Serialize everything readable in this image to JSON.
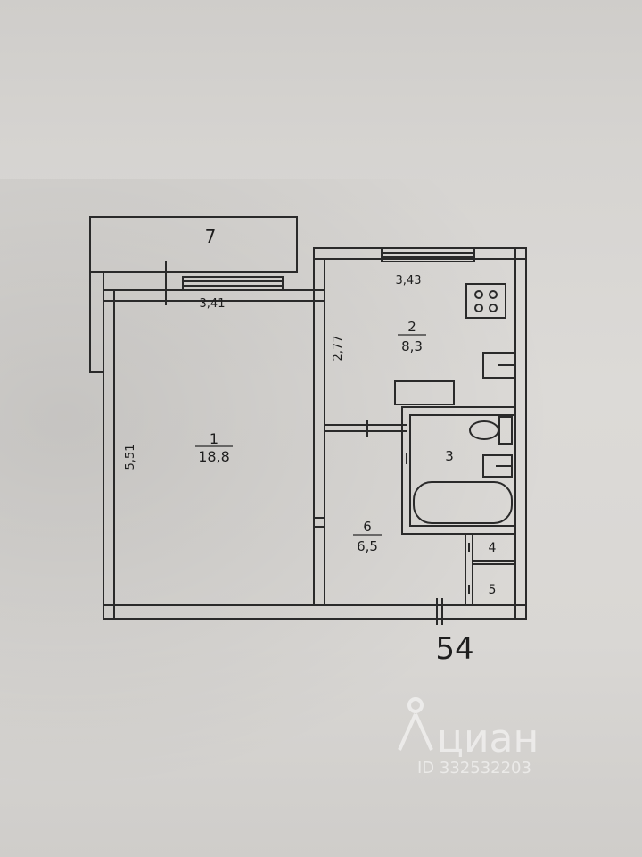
{
  "plan": {
    "rooms": [
      {
        "number": "1",
        "area": "18,8"
      },
      {
        "number": "2",
        "area": "8,3"
      },
      {
        "number": "3"
      },
      {
        "number": "4"
      },
      {
        "number": "5"
      },
      {
        "number": "6",
        "area": "6,5"
      },
      {
        "number": "7"
      }
    ],
    "dimensions": {
      "room1_width": "3,41",
      "room1_length": "5,51",
      "room2_width": "3,43",
      "room2_length": "2,77"
    },
    "floor_mark": "54"
  },
  "watermark": {
    "brand": "циан",
    "listing_id": "ID 332532203"
  },
  "colors": {
    "paper": "#d9d7d4",
    "line": "#2a2a2a",
    "watermark": "#ffffff"
  }
}
